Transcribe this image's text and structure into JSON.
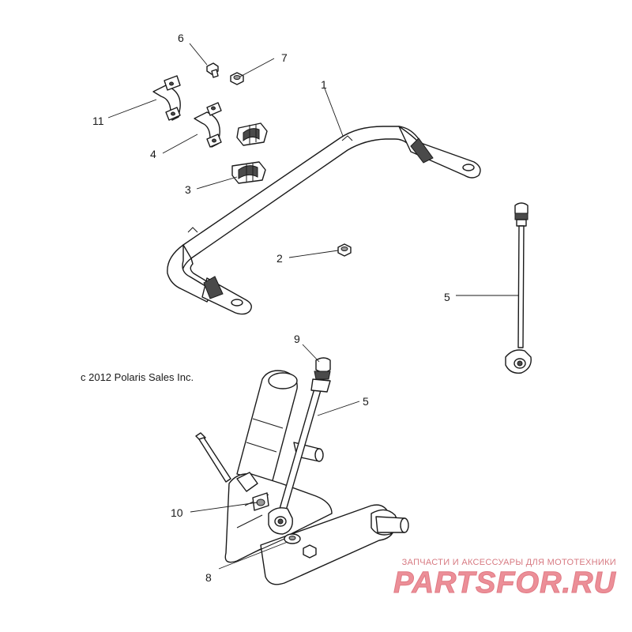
{
  "copyright": "c 2012 Polaris Sales Inc.",
  "watermark": {
    "tagline": "ЗАПЧАСТИ И АКСЕССУАРЫ ДЛЯ МОТОТЕХНИКИ",
    "brand": "PARTSFOR.RU",
    "color": "#ec8f98"
  },
  "callouts": {
    "c1": "1",
    "c2": "2",
    "c3": "3",
    "c4": "4",
    "c5a": "5",
    "c5b": "5",
    "c6": "6",
    "c7": "7",
    "c8": "8",
    "c9": "9",
    "c10": "10",
    "c11": "11"
  }
}
